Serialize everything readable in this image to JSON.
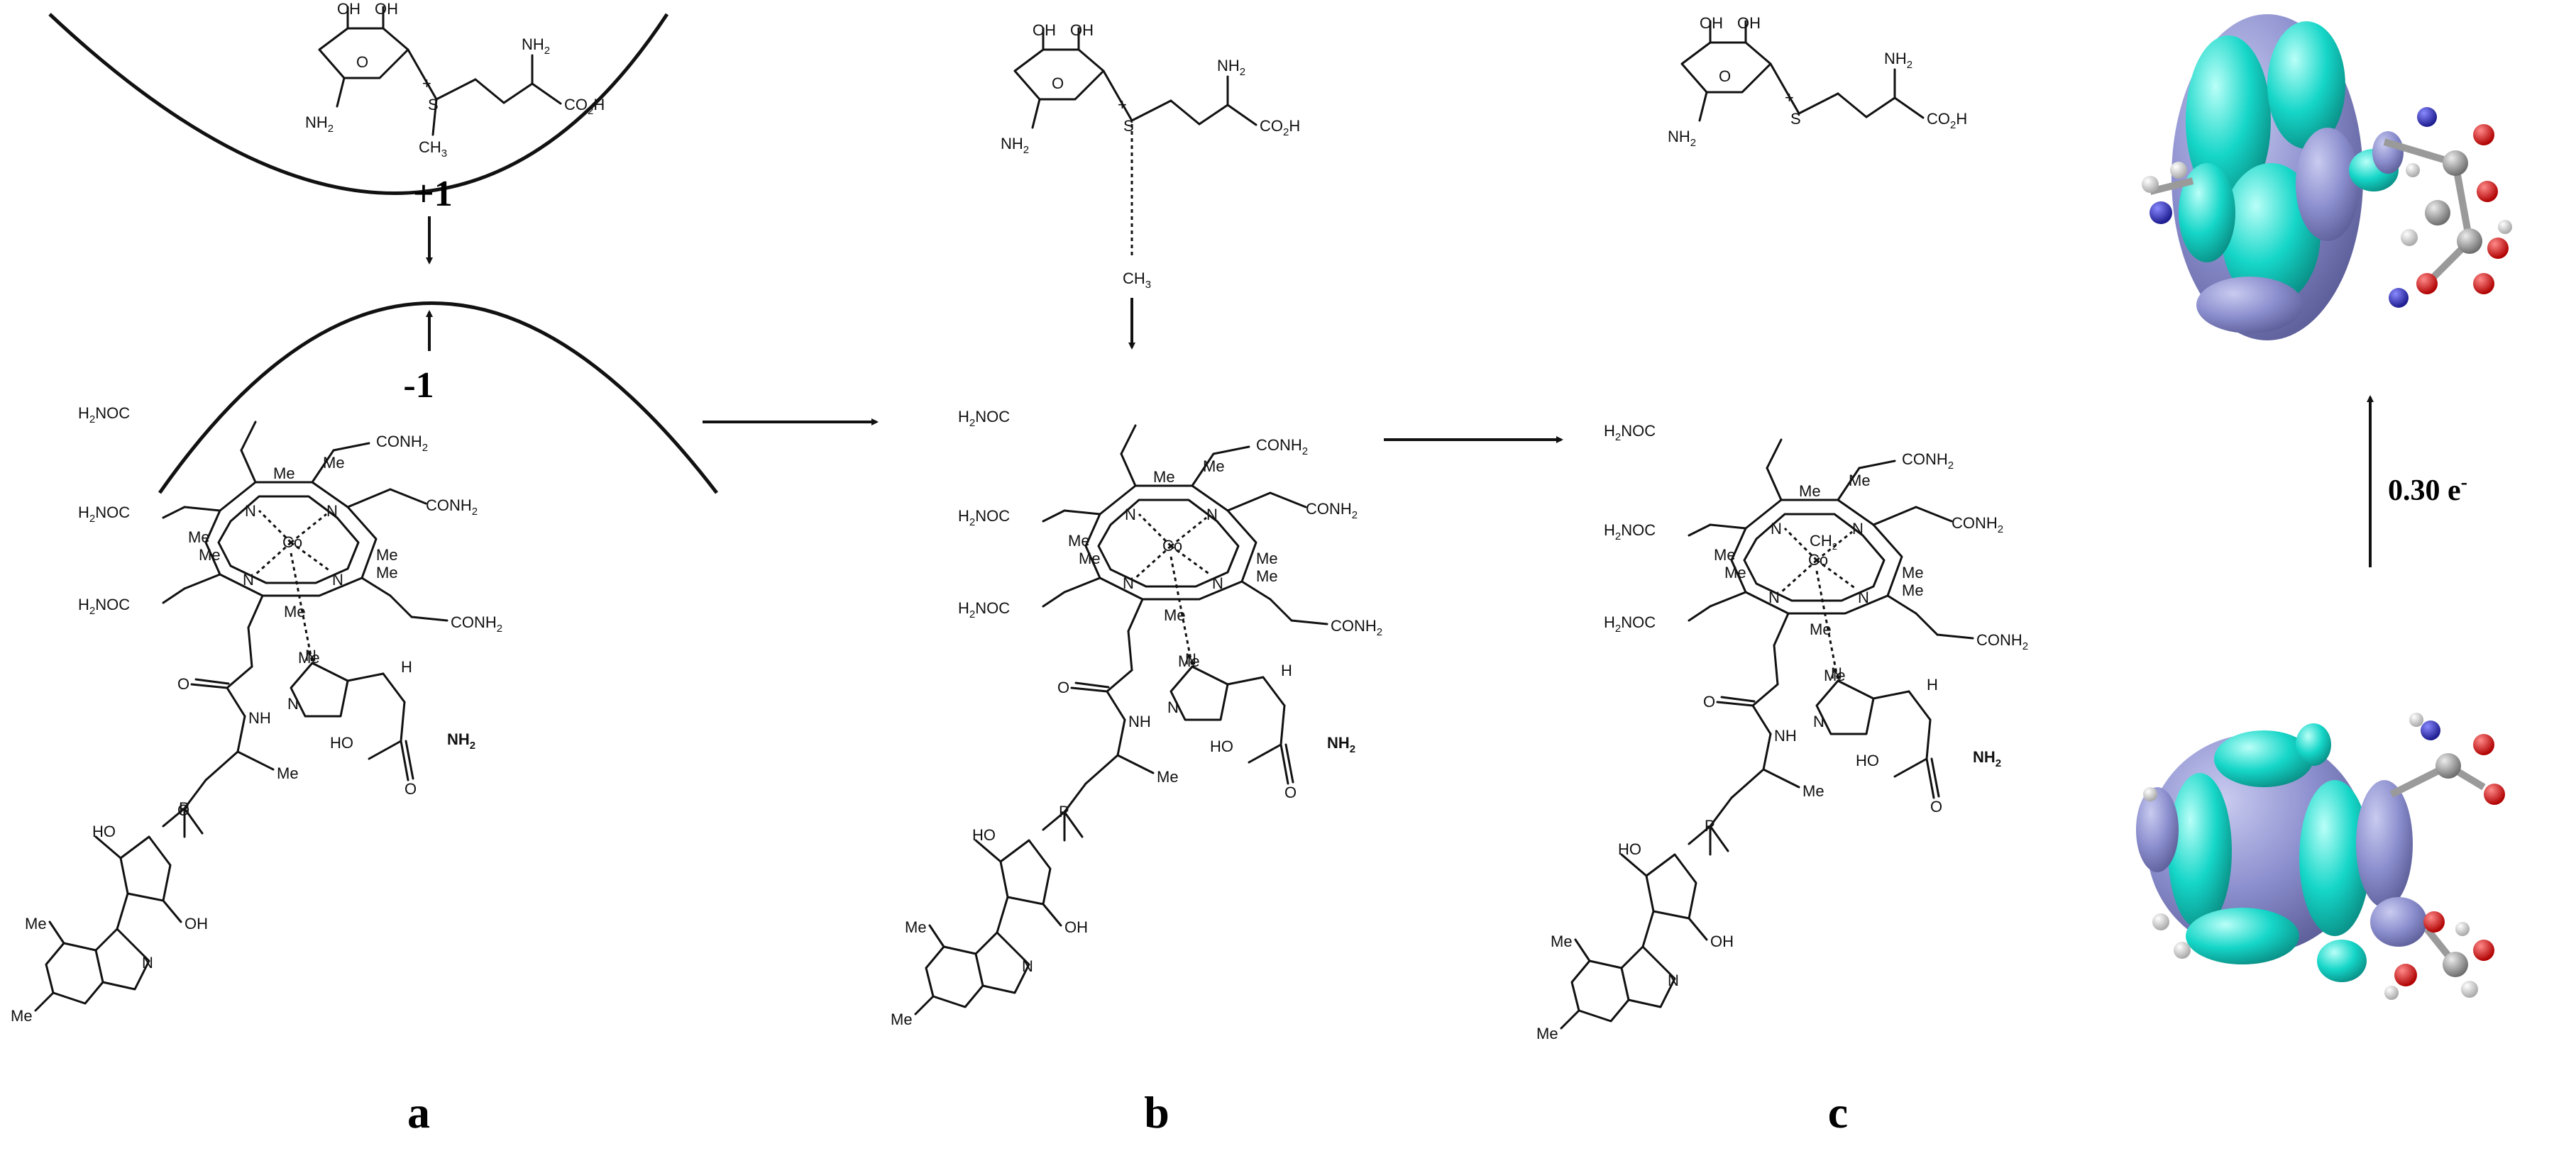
{
  "panels": {
    "a": {
      "label": "a",
      "upper_charge": "+1",
      "lower_charge": "-1"
    },
    "b": {
      "label": "b"
    },
    "c": {
      "label": "c"
    }
  },
  "transfer": {
    "label": "0.30 e",
    "superscript": "-"
  },
  "sam": {
    "oh": "OH",
    "o": "O",
    "nh2": "NH",
    "nh2_sub": "2",
    "s": "S",
    "plus": "+",
    "co2h": "CO",
    "co2h_tail": "H",
    "co2h_sub": "2",
    "ch3": "CH",
    "ch3_sub": "3"
  },
  "cobalamin": {
    "co": "Co",
    "n": "N",
    "me": "Me",
    "conh2": "CONH",
    "h2noc": "H",
    "h2noc_tail": "NOC",
    "nh": "NH",
    "p": "P",
    "o": "O",
    "oh": "OH",
    "ho": "HO",
    "h": "H",
    "nh2_bold": "NH",
    "sub2": "2",
    "ch3": "CH",
    "ch3_sub": "3"
  },
  "colors": {
    "orbital_lobe_a": "#8c8fce",
    "orbital_lobe_b": "#15d6c8",
    "oxygen": "#e10000",
    "nitrogen": "#2b2bbe",
    "carbon": "#9a9a9a",
    "hydrogen": "#e8e8e8"
  }
}
